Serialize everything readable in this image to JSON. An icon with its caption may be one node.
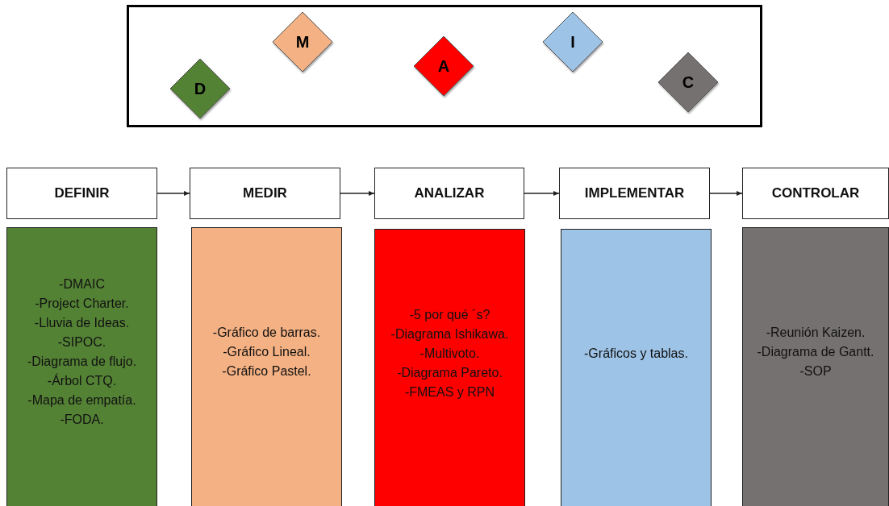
{
  "diagram": {
    "nodes": [
      {
        "text": [],
        "shape": "box"
      },
      {
        "text": [
          "D"
        ],
        "in": 0
      },
      {
        "text": [
          "M"
        ],
        "in": 0
      },
      {
        "text": [
          "A"
        ],
        "in": 0
      },
      {
        "text": [
          "I"
        ],
        "in": 0
      },
      {
        "text": [
          "C"
        ],
        "in": 0
      },
      {
        "text": [
          "DEFINIR"
        ]
      },
      {
        "text": [
          "MEDIR"
        ]
      },
      {
        "text": [
          "ANALIZAR"
        ]
      },
      {
        "text": [
          "IMPLEMENTAR"
        ]
      },
      {
        "text": [
          "CONTROLAR"
        ]
      },
      {
        "text": [
          "-DMAIC",
          "-Project Charter.",
          "-Lluvia de Ideas.",
          "-SIPOC.",
          "-Diagrama de flujo.",
          "-Árbol CTQ.",
          "-Mapa de empatía.",
          "-FODA."
        ]
      },
      {
        "text": [
          "-Gráfico de barras.",
          "-Gráfico Lineal.",
          "-Gráfico Pastel."
        ]
      },
      {
        "text": [
          "-5 por qué ´s?",
          "-Diagrama Ishikawa.",
          "-Multivoto.",
          "-Diagrama Pareto.",
          "-FMEAS y RPN"
        ]
      },
      {
        "text": [
          "-Gráficos y tablas."
        ]
      },
      {
        "text": [
          "-Reunión Kaizen.",
          "-Diagrama de Gantt.",
          "-SOP"
        ]
      }
    ],
    "edges": [
      {
        "from": 6,
        "to": 7,
        "arrow": "to"
      },
      {
        "from": 7,
        "to": 8,
        "arrow": "to"
      },
      {
        "from": 8,
        "to": 9,
        "arrow": "to"
      },
      {
        "from": 9,
        "to": 10,
        "arrow": "to"
      }
    ]
  }
}
